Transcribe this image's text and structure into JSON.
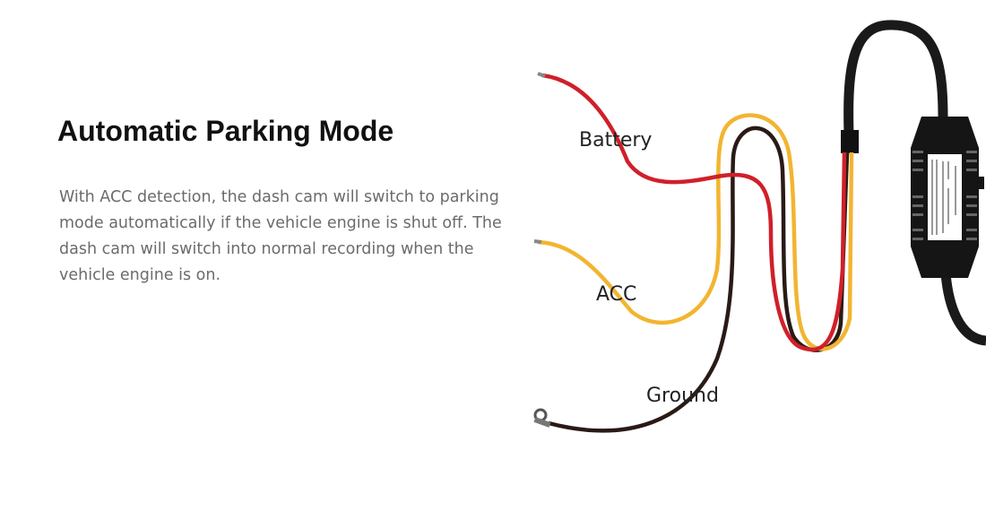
{
  "title": "Automatic Parking Mode",
  "description": "With ACC detection, the dash cam will switch to parking mode automatically if the vehicle engine is shut off. The dash cam will switch into normal recording when the vehicle engine is on.",
  "diagram": {
    "labels": {
      "battery": "Battery",
      "acc": "ACC",
      "ground": "Ground"
    },
    "colors": {
      "battery": "#d0202a",
      "acc": "#f2b531",
      "ground": "#2a1a16",
      "cable": "#1a1a1a"
    }
  }
}
